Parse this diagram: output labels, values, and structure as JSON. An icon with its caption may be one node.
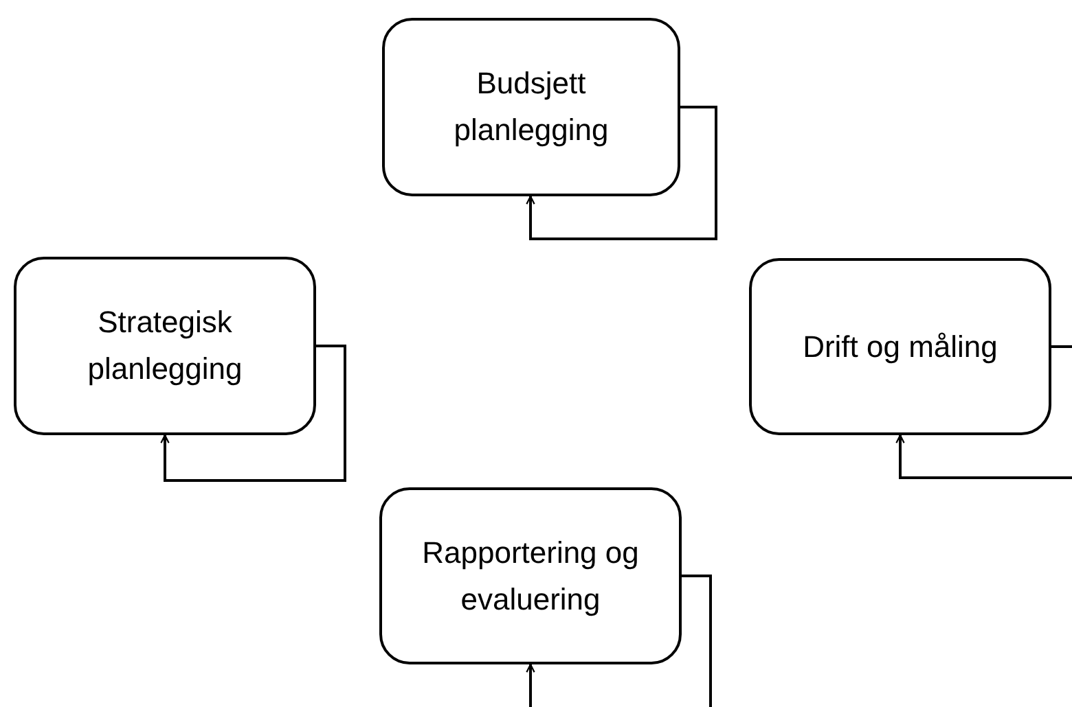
{
  "diagram": {
    "nodes": [
      {
        "text": [
          "Budsjett planlegging"
        ]
      },
      {
        "text": [
          "Strategisk planlegging"
        ]
      },
      {
        "text": [
          "Drift og måling"
        ]
      },
      {
        "text": [
          "Rapportering og evaluering"
        ]
      }
    ],
    "edges": [
      {
        "from": 0,
        "to": 0,
        "arrow": "to"
      },
      {
        "from": 1,
        "to": 1,
        "arrow": "to"
      },
      {
        "from": 2,
        "to": 2,
        "arrow": "to"
      },
      {
        "from": 3,
        "to": 3,
        "arrow": "to"
      }
    ]
  }
}
